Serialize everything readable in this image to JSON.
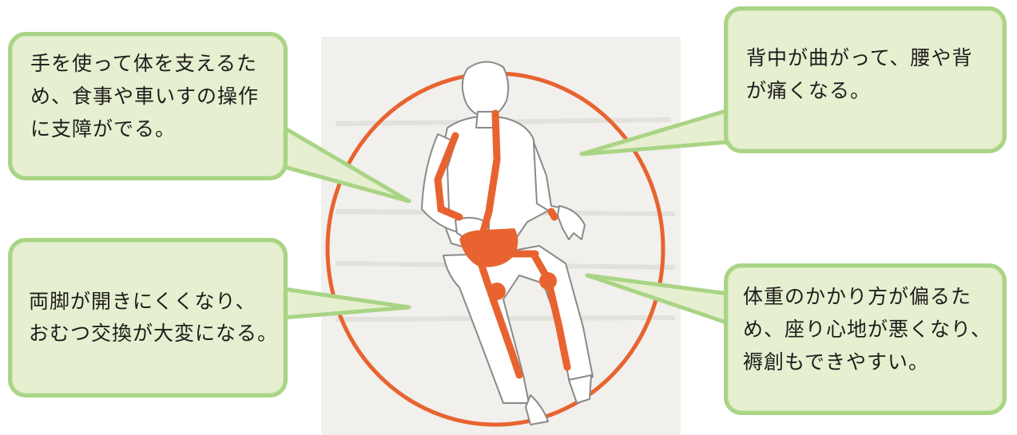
{
  "callouts": {
    "hands": {
      "lines": [
        "手を使って体を支えるた",
        "め、食事や車いすの操作",
        "に支障がでる。"
      ]
    },
    "back": {
      "lines": [
        "背中が曲がって、腰や背",
        "が痛くなる。"
      ]
    },
    "legs": {
      "lines": [
        "両脚が開きにくくなり、",
        "おむつ交換が大変になる。"
      ]
    },
    "weight": {
      "lines": [
        "体重のかかり方が偏るた",
        "め、座り心地が悪くなり、",
        "褥創もできやすい。"
      ]
    }
  },
  "colors": {
    "callout_fill": "#e6efcf",
    "callout_border": "#a9d485",
    "highlight": "#e8632f",
    "panel": "#f1f0ec"
  },
  "icons": {
    "figure": "seated-elderly-man-illustration"
  }
}
